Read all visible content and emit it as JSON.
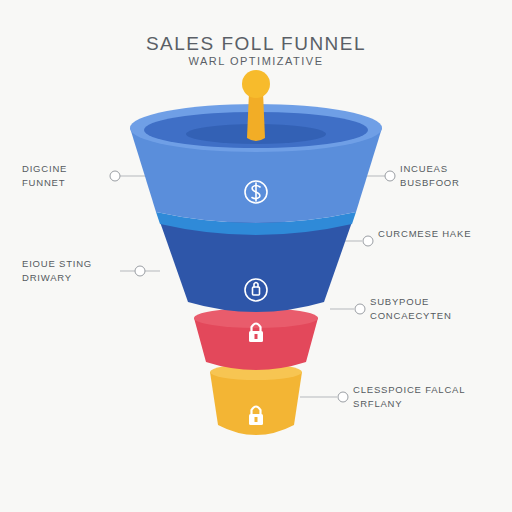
{
  "diagram": {
    "title": "SALES FOLL FUNNEL",
    "labels": [
      "WARL OPTIMIZATIVE",
      "DIGCINE FUNNET",
      "INCUEAS BUSBFOOR",
      "CURCMESE HAKE",
      "EIOUE STING DRIWARY",
      "SUBYPOUE CONCAECYTEN",
      "CLESSPOICE FALCAL SRFLANY"
    ]
  }
}
